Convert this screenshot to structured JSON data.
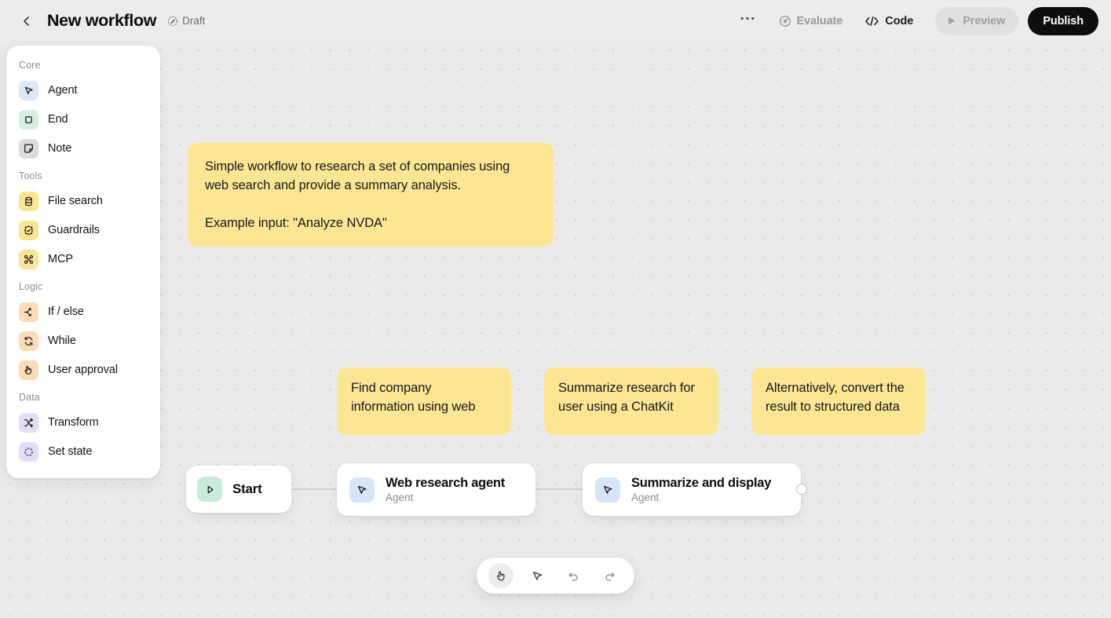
{
  "header": {
    "back_icon": "chevron-left-icon",
    "title": "New workflow",
    "status_badge": {
      "icon": "draft-pencil-icon",
      "label": "Draft"
    },
    "more_label": "•••",
    "evaluate": {
      "icon": "evaluate-target-icon",
      "label": "Evaluate",
      "disabled": true
    },
    "code": {
      "icon": "code-brackets-icon",
      "label": "Code"
    },
    "preview": {
      "icon": "play-icon",
      "label": "Preview",
      "disabled": true
    },
    "publish": {
      "label": "Publish",
      "bg": "#0d0d0d",
      "fg": "#ffffff"
    }
  },
  "sidebar": {
    "sections": [
      {
        "label": "Core",
        "items": [
          {
            "label": "Agent",
            "icon": "agent-cursor-icon",
            "bg": "#dde7fb",
            "fg": "#1c1c1c"
          },
          {
            "label": "End",
            "icon": "end-square-icon",
            "bg": "#d4f0e0",
            "fg": "#1c1c1c"
          },
          {
            "label": "Note",
            "icon": "note-icon",
            "bg": "#dcdcdc",
            "fg": "#1c1c1c"
          }
        ]
      },
      {
        "label": "Tools",
        "items": [
          {
            "label": "File search",
            "icon": "database-icon",
            "bg": "#fbe493",
            "fg": "#1c1c1c"
          },
          {
            "label": "Guardrails",
            "icon": "shield-check-icon",
            "bg": "#fbe493",
            "fg": "#1c1c1c"
          },
          {
            "label": "MCP",
            "icon": "mcp-nodes-icon",
            "bg": "#fbe493",
            "fg": "#1c1c1c"
          }
        ]
      },
      {
        "label": "Logic",
        "items": [
          {
            "label": "If / else",
            "icon": "branch-icon",
            "bg": "#fbdcb6",
            "fg": "#1c1c1c"
          },
          {
            "label": "While",
            "icon": "loop-icon",
            "bg": "#fbdcb6",
            "fg": "#1c1c1c"
          },
          {
            "label": "User approval",
            "icon": "hand-approve-icon",
            "bg": "#fbdcb6",
            "fg": "#1c1c1c"
          }
        ]
      },
      {
        "label": "Data",
        "items": [
          {
            "label": "Transform",
            "icon": "shuffle-icon",
            "bg": "#e5dcfb",
            "fg": "#1c1c1c"
          },
          {
            "label": "Set state",
            "icon": "dashed-circle-icon",
            "bg": "#e5dcfb",
            "fg": "#1c1c1c"
          }
        ]
      }
    ]
  },
  "canvas": {
    "note_color": "#fce694",
    "notes": {
      "main": {
        "line1": "Simple workflow to research a set of companies using web search and provide a summary analysis.",
        "line2": "Example input: \"Analyze NVDA\""
      },
      "find": "Find company information using web",
      "summarize": "Summarize research for user using a ChatKit",
      "alternative": "Alternatively, convert the result to structured data"
    },
    "nodes": [
      {
        "title": "Start",
        "subtitle": "",
        "icon": "play-icon",
        "icon_bg": "#c7ecd9"
      },
      {
        "title": "Web research agent",
        "subtitle": "Agent",
        "icon": "agent-cursor-icon",
        "icon_bg": "#d7e5fb"
      },
      {
        "title": "Summarize and display",
        "subtitle": "Agent",
        "icon": "agent-cursor-icon",
        "icon_bg": "#d7e5fb"
      }
    ]
  },
  "toolbar": {
    "tools": [
      {
        "name": "hand-tool",
        "icon": "hand-icon",
        "active": true
      },
      {
        "name": "select-tool",
        "icon": "cursor-arrow-icon",
        "active": false
      },
      {
        "name": "undo",
        "icon": "undo-arrow-icon",
        "active": false
      },
      {
        "name": "redo",
        "icon": "redo-arrow-icon",
        "active": false
      }
    ]
  }
}
